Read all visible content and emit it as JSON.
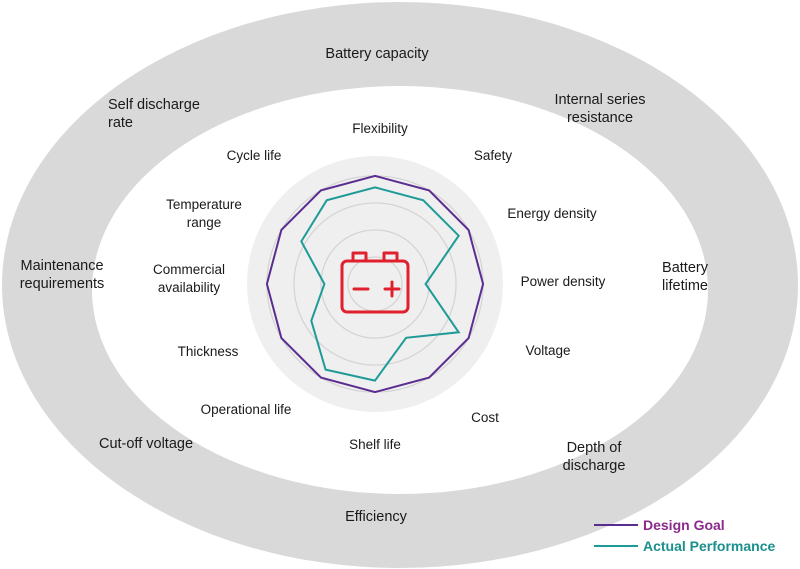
{
  "outer_factors": [
    [
      "Battery capacity"
    ],
    [
      "Internal series",
      "resistance"
    ],
    [
      "Battery",
      "lifetime"
    ],
    [
      "Depth of",
      "discharge"
    ],
    [
      "Efficiency"
    ],
    [
      "Cut-off voltage"
    ],
    [
      "Maintenance",
      "requirements"
    ],
    [
      "Self discharge",
      "rate"
    ]
  ],
  "radar_axes": [
    [
      "Flexibility"
    ],
    [
      "Safety"
    ],
    [
      "Energy density"
    ],
    [
      "Power density"
    ],
    [
      "Voltage"
    ],
    [
      "Cost"
    ],
    [
      "Shelf life"
    ],
    [
      "Operational life"
    ],
    [
      "Thickness"
    ],
    [
      "Commercial",
      "availability"
    ],
    [
      "Temperature",
      "range"
    ],
    [
      "Cycle life"
    ]
  ],
  "chart_data": {
    "type": "radar",
    "categories": [
      "Flexibility",
      "Safety",
      "Energy density",
      "Power density",
      "Voltage",
      "Cost",
      "Shelf life",
      "Operational life",
      "Thickness",
      "Commercial availability",
      "Temperature range",
      "Cycle life"
    ],
    "series": [
      {
        "name": "Design Goal",
        "color": "#5b2d91",
        "values": [
          0.94,
          0.94,
          0.94,
          0.94,
          0.94,
          0.94,
          0.94,
          0.94,
          0.94,
          0.94,
          0.94,
          0.94
        ]
      },
      {
        "name": "Actual Performance",
        "color": "#1f9b97",
        "values": [
          0.84,
          0.84,
          0.84,
          0.44,
          0.84,
          0.54,
          0.84,
          0.86,
          0.64,
          0.44,
          0.74,
          0.84
        ]
      }
    ],
    "grid_rings": 4,
    "center_icon": "battery-icon"
  },
  "legend": [
    {
      "label": "Design Goal",
      "color": "#5b2d91",
      "text_color": "#8b2a8b"
    },
    {
      "label": "Actual Performance",
      "color": "#1f9b97",
      "text_color": "#1a8f8c"
    }
  ],
  "colors": {
    "outer_ring": "#d9d9d9",
    "radar_background": "#efefef",
    "grid": "#d3d3d3",
    "battery_icon": "#e0202e"
  }
}
